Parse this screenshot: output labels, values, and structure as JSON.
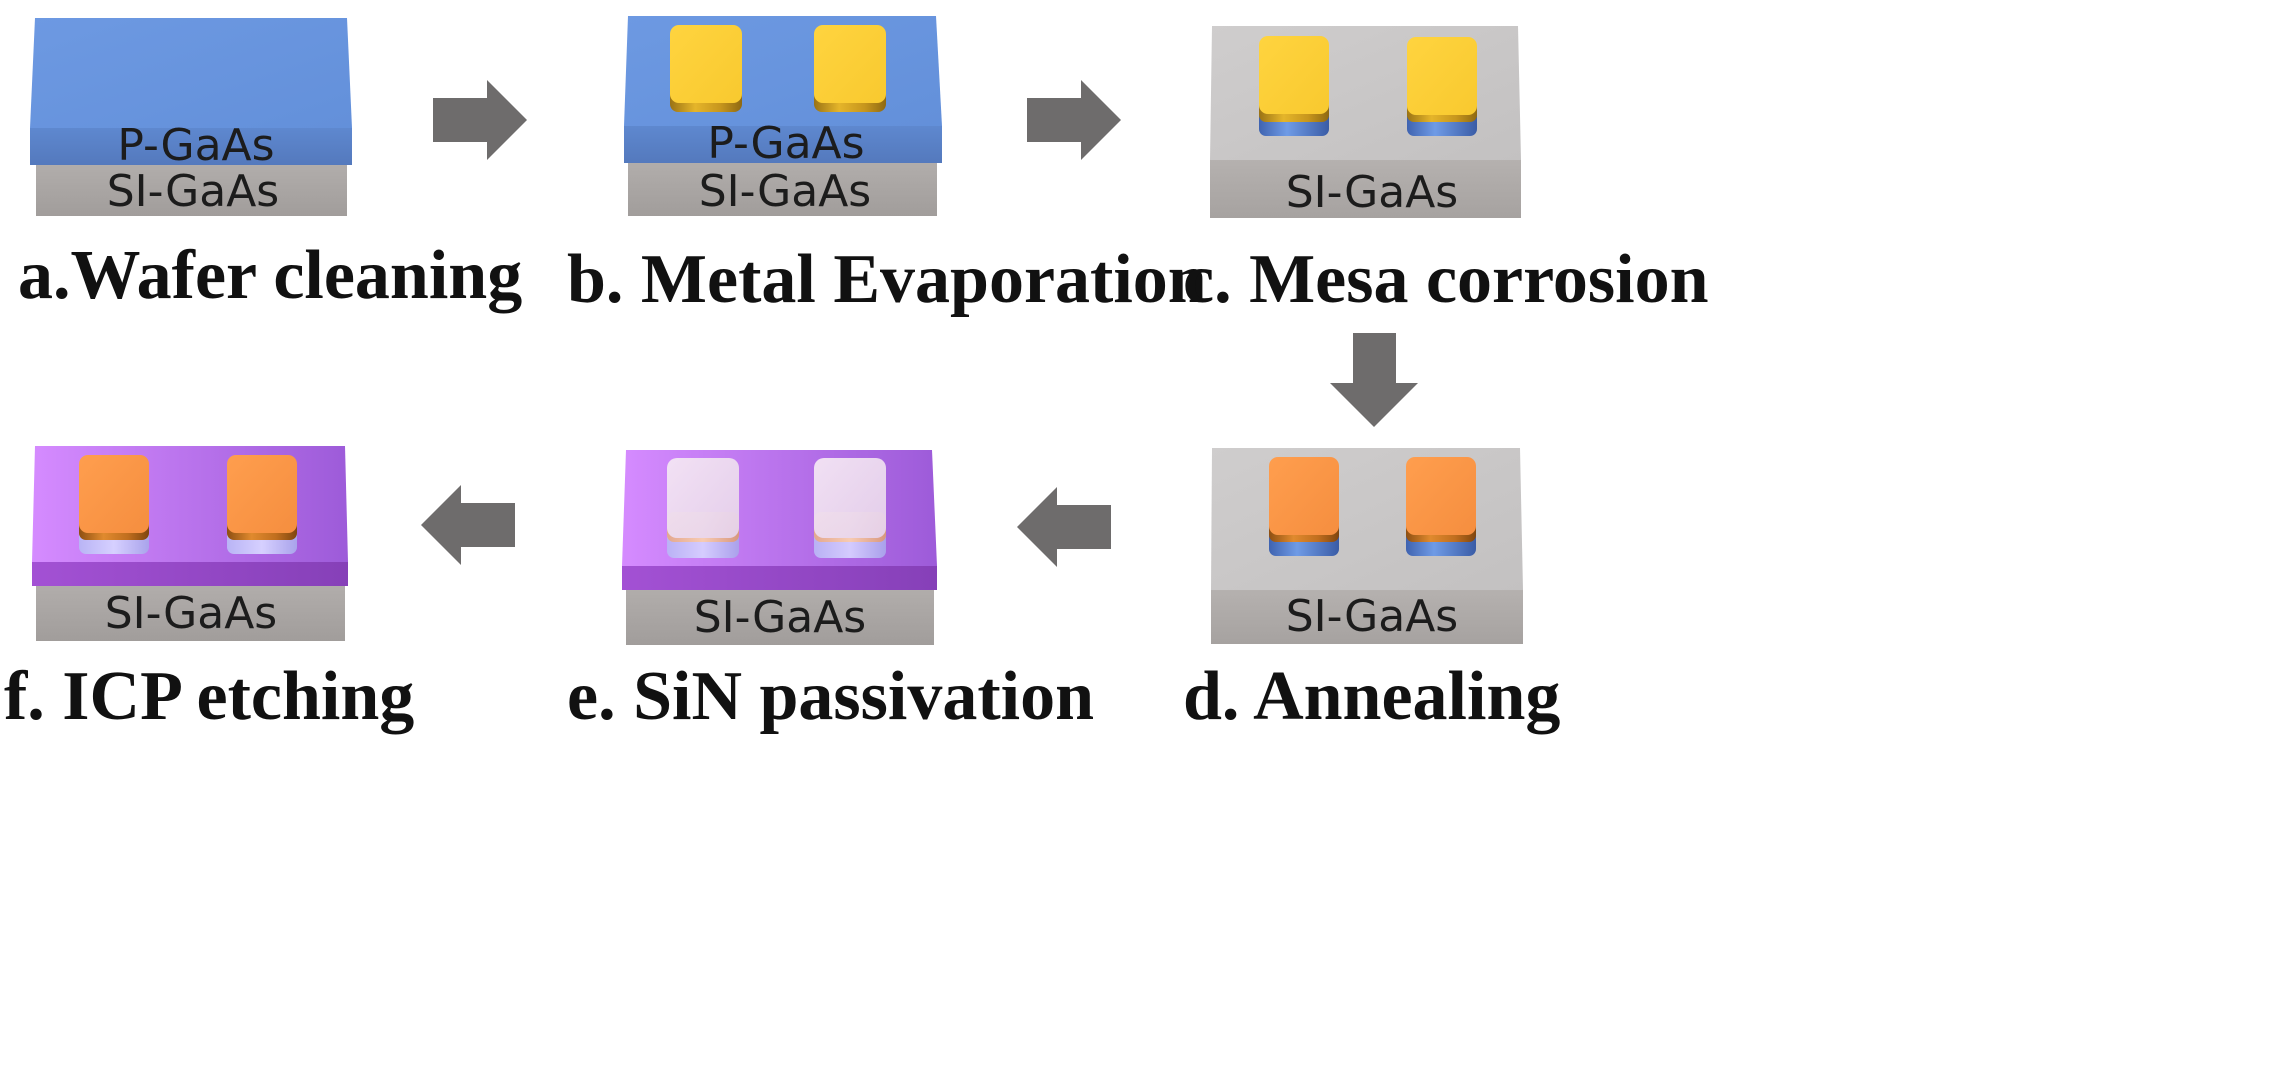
{
  "layers": {
    "p_gaas": "P-GaAs",
    "si_gaas": "SI-GaAs"
  },
  "steps": {
    "a": "a.Wafer cleaning",
    "b": "b. Metal Evaporation",
    "c": "c. Mesa corrosion",
    "d": "d. Annealing",
    "e": "e. SiN passivation",
    "f": "f. ICP etching"
  },
  "colors": {
    "p_gaas_top": "#6B97DF",
    "p_gaas_band": "#5A83C9",
    "si_gaas": "#ABA7A5",
    "mesa_top": "#C9C7C7",
    "gold_contact": "#FFD23C",
    "annealed_contact": "#FF9C4C",
    "sin_purple": "#A565E0",
    "arrow": "#6E6C6C"
  }
}
